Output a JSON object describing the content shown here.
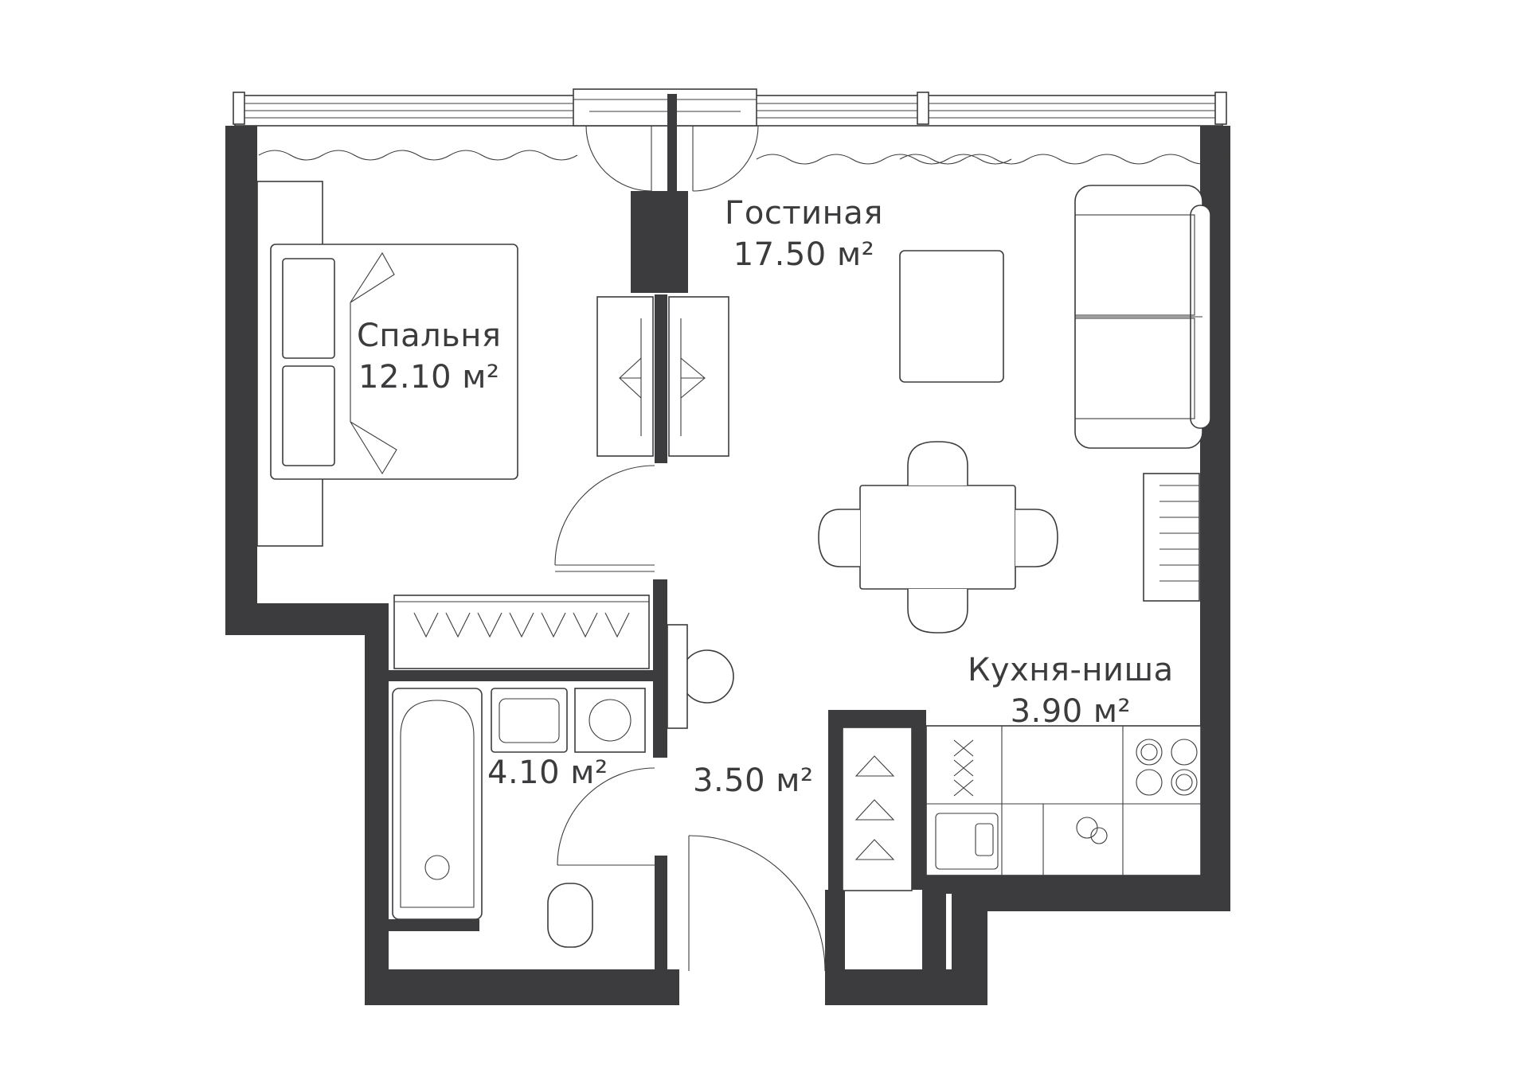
{
  "colors": {
    "wall": "#3c3c3e",
    "line": "#3c3c3e",
    "background": "#ffffff"
  },
  "rooms": [
    {
      "id": "bedroom",
      "name": "Спальня",
      "area": "12.10 м²"
    },
    {
      "id": "living",
      "name": "Гостиная",
      "area": "17.50 м²"
    },
    {
      "id": "kitchen",
      "name": "Кухня-ниша",
      "area": "3.90 м²"
    },
    {
      "id": "bathroom",
      "name": "",
      "area": "4.10 м²"
    },
    {
      "id": "hallway",
      "name": "",
      "area": "3.50 м²"
    }
  ]
}
